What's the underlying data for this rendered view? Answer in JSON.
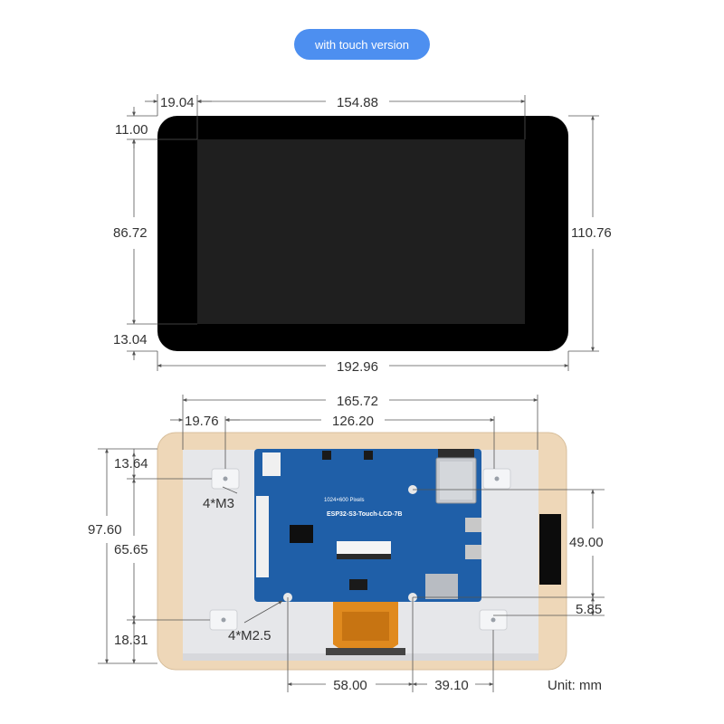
{
  "badge": {
    "label": "with touch version"
  },
  "front_view": {
    "dims": {
      "left_border": "19.04",
      "screen_width": "154.88",
      "top_border": "11.00",
      "screen_height": "86.72",
      "bottom_border": "13.04",
      "total_height": "110.76",
      "total_width": "192.96"
    }
  },
  "back_view": {
    "dims": {
      "hole_span": "165.72",
      "left_offset": "19.76",
      "pcb_span": "126.20",
      "top_offset": "13.64",
      "total_height": "97.60",
      "hole_vertical": "65.65",
      "bottom_offset": "18.31",
      "right_height": "49.00",
      "right_small": "5.85",
      "bottom_left": "58.00",
      "bottom_right": "39.10"
    },
    "labels": {
      "m3": "4*M3",
      "m25": "4*M2.5",
      "unit": "Unit: mm"
    },
    "pcb": {
      "resolution": "1024×600 Pixels",
      "model": "ESP32-S3-Touch-LCD-7B"
    }
  },
  "colors": {
    "badge": "#4d8ff0",
    "bezel": "#000000",
    "screen": "#1f1f1f",
    "pcb": "#1f5fa8",
    "case": "#eed7b8",
    "panel": "#e6e7ea",
    "flex": "#e08a1e"
  }
}
